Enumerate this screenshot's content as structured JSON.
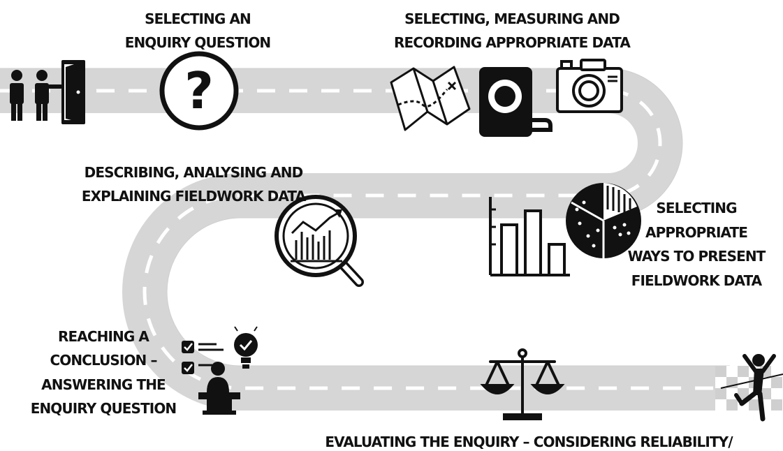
{
  "colors": {
    "road": "#d6d6d6",
    "road_marking": "#ffffff",
    "ink": "#111111",
    "background": "#ffffff"
  },
  "stages": [
    {
      "id": "enquiry-question",
      "icon": "question-circle-icon",
      "lines": [
        "SELECTING AN",
        "ENQUIRY QUESTION"
      ]
    },
    {
      "id": "measuring-recording",
      "icons": [
        "map-icon",
        "tape-measure-icon",
        "camera-icon"
      ],
      "lines": [
        "SELECTING, MEASURING AND",
        "RECORDING APPROPRIATE DATA"
      ]
    },
    {
      "id": "presenting",
      "icons": [
        "bar-chart-icon",
        "pie-chart-icon"
      ],
      "lines": [
        "SELECTING",
        "APPROPRIATE",
        "WAYS TO PRESENT",
        "FIELDWORK DATA"
      ]
    },
    {
      "id": "analysing",
      "icon": "magnifier-chart-icon",
      "lines": [
        "DESCRIBING, ANALYSING AND",
        "EXPLAINING FIELDWORK DATA"
      ]
    },
    {
      "id": "conclusion",
      "icon": "conclusion-icon",
      "lines": [
        "REACHING A",
        "CONCLUSION –",
        "ANSWERING THE",
        "ENQUIRY QUESTION"
      ]
    },
    {
      "id": "evaluating",
      "icon": "scales-icon",
      "lines": [
        "EVALUATING THE ENQUIRY – CONSIDERING RELIABILITY/"
      ]
    }
  ],
  "start_icon": "people-door-icon",
  "finish_icon": "finish-runner-icon"
}
